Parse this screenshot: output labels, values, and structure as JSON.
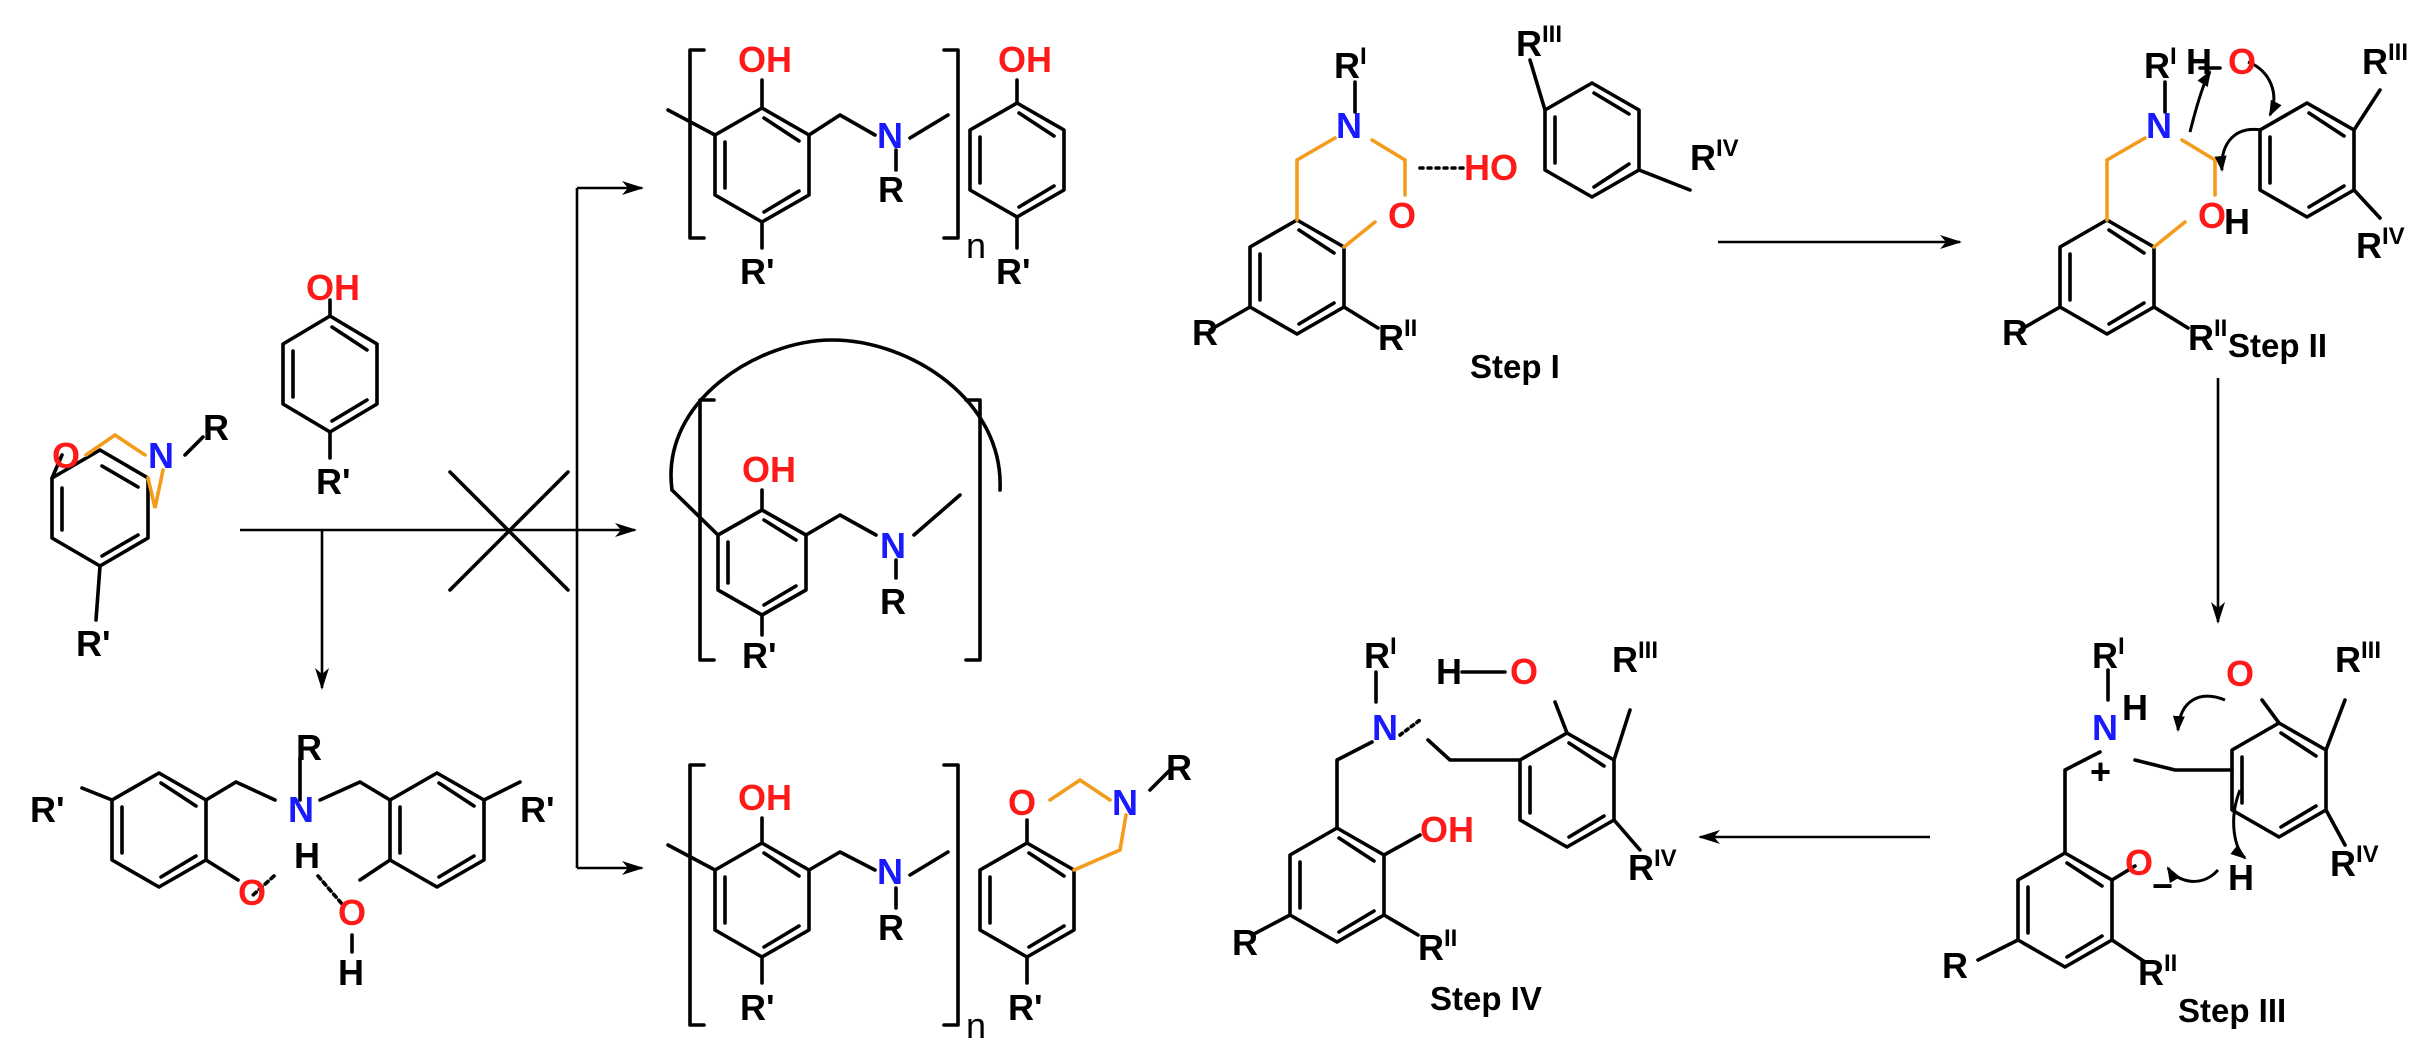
{
  "atoms": {
    "O": "O",
    "N": "N",
    "H": "H",
    "OH": "OH",
    "HO": "HO",
    "R": "R",
    "Rp": "R'",
    "n": "n",
    "plus": "+",
    "minus": "−"
  },
  "sup": {
    "I": "I",
    "II": "II",
    "III": "III",
    "IV": "IV"
  },
  "steps": {
    "s1": "Step I",
    "s2": "Step II",
    "s3": "Step III",
    "s4": "Step IV"
  },
  "colors": {
    "nitrogen": "#1a1aff",
    "oxygen": "#ff1a1a",
    "oxazine_ring": "#f39c1b",
    "bond": "#000000"
  }
}
